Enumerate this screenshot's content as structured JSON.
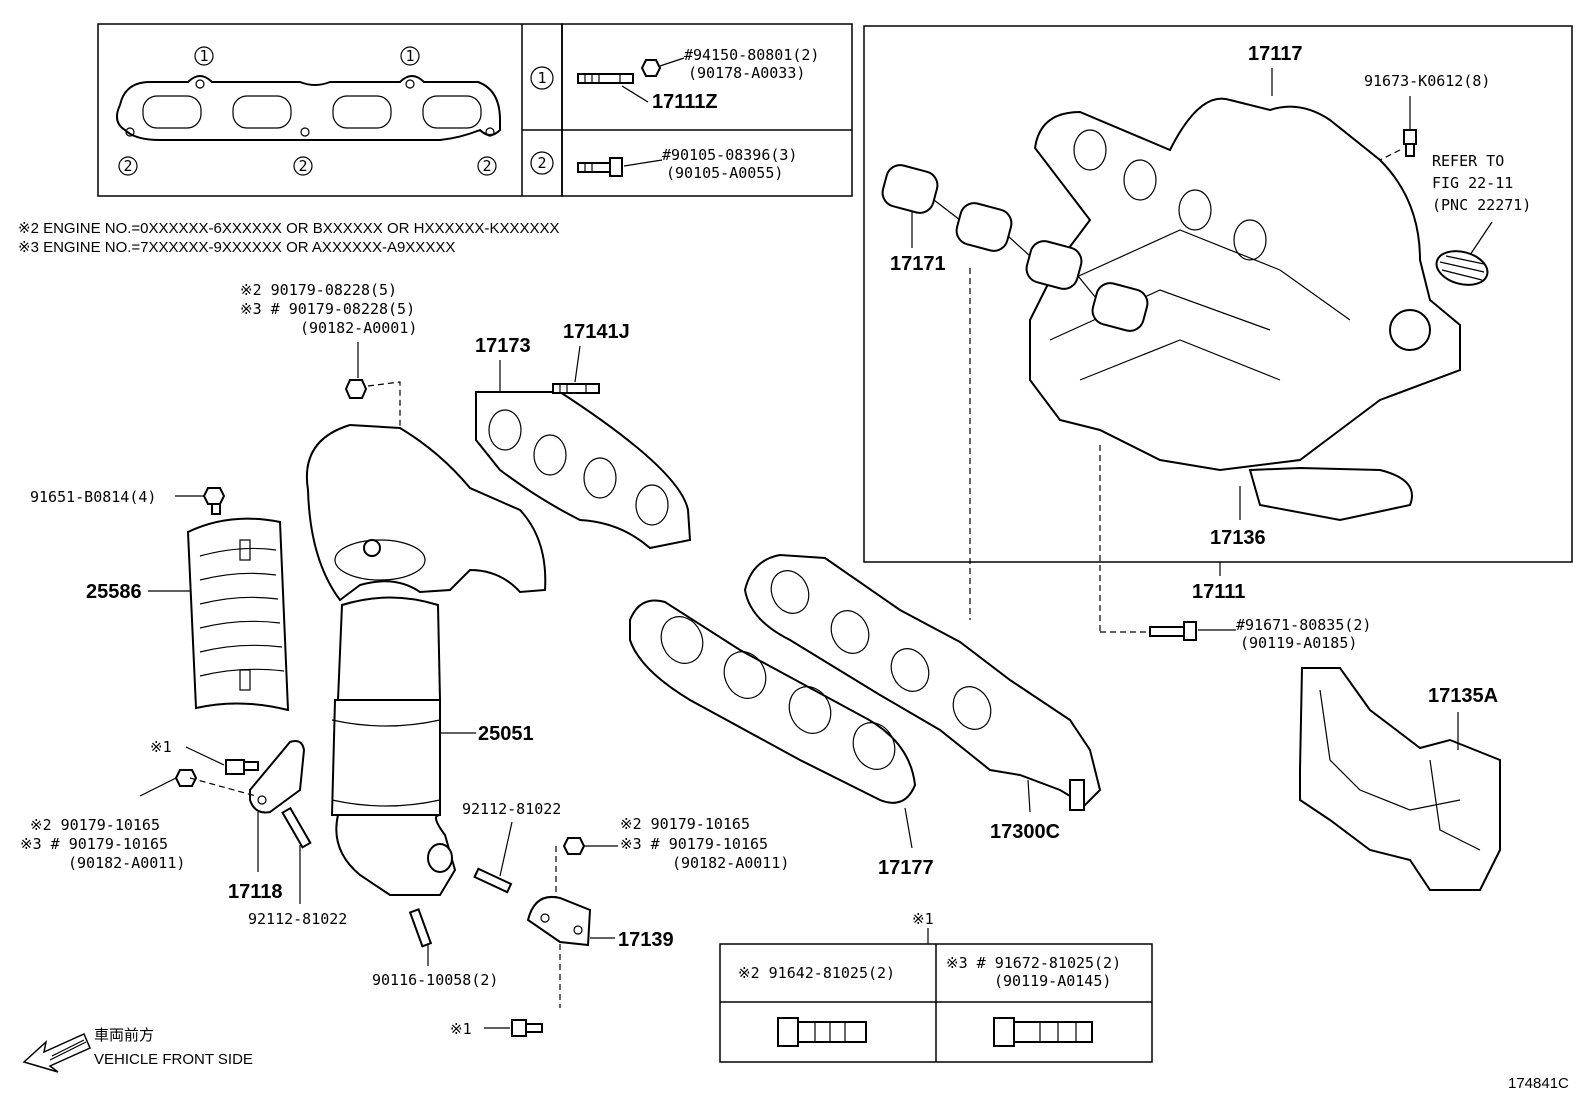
{
  "gasket_box": {
    "circle_1": "1",
    "circle_2": "2",
    "row1_part_a": "#94150-80801(2)",
    "row1_part_b": "(90178-A0033)",
    "row1_part_c": "17111Z",
    "row2_part_a": "#90105-08396(3)",
    "row2_part_b": "(90105-A0055)"
  },
  "engine_notes": {
    "note2": "※2 ENGINE NO.=0XXXXXX-6XXXXXX OR BXXXXXX OR HXXXXXX-KXXXXXX",
    "note3": "※3 ENGINE NO.=7XXXXXX-9XXXXXX OR AXXXXXX-A9XXXXX"
  },
  "labels": {
    "p90179_top_l1": "※2   90179-08228(5)",
    "p90179_top_l2": "※3 # 90179-08228(5)",
    "p90179_top_l3": "(90182-A0001)",
    "p17173": "17173",
    "p17141J": "17141J",
    "p91651": "91651-B0814(4)",
    "p25586": "25586",
    "p25051": "25051",
    "x1_a": "※1",
    "p90179_left_l1": "※2   90179-10165",
    "p90179_left_l2": "※3 # 90179-10165",
    "p90179_left_l3": "(90182-A0011)",
    "p17118": "17118",
    "p92112_a": "92112-81022",
    "p92112_b": "92112-81022",
    "p90179_mid_l1": "※2   90179-10165",
    "p90179_mid_l2": "※3 # 90179-10165",
    "p90179_mid_l3": "(90182-A0011)",
    "p17139": "17139",
    "p90116": "90116-10058(2)",
    "x1_b": "※1",
    "p17177": "17177",
    "p17300C": "17300C",
    "p17117": "17117",
    "p91673": "91673-K0612(8)",
    "refer_l1": "REFER TO",
    "refer_l2": "FIG 22-11",
    "refer_l3": "(PNC 22271)",
    "p17171": "17171",
    "p17136": "17136",
    "p17111": "17111",
    "p91671_l1": "#91671-80835(2)",
    "p91671_l2": "(90119-A0185)",
    "p17135A": "17135A",
    "bolt_table_x1": "※1",
    "bolt_table_left": "※2  91642-81025(2)",
    "bolt_table_right_l1": "※3 # 91672-81025(2)",
    "bolt_table_right_l2": "(90119-A0145)",
    "front_jp": "車両前方",
    "front_en": "VEHICLE FRONT SIDE",
    "figure_id": "174841C"
  }
}
